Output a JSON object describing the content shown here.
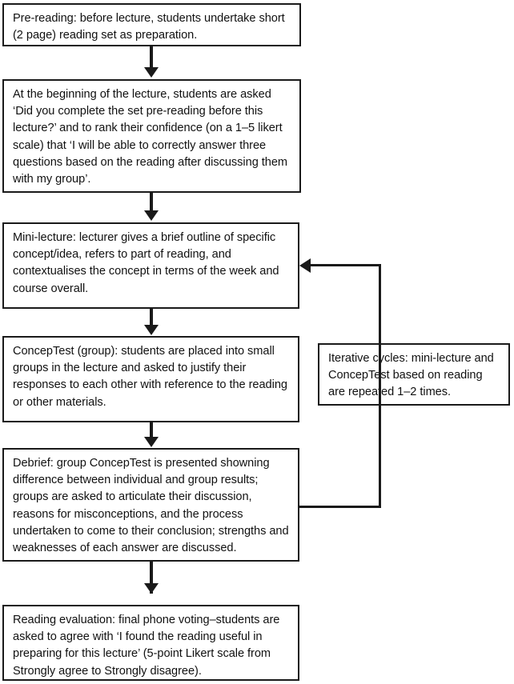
{
  "diagram": {
    "title": "Flipped lecture flow diagram",
    "colors": {
      "stroke": "#1a1a1a",
      "background": "#ffffff",
      "text": "#111111"
    },
    "nodes": [
      {
        "id": "pre-reading",
        "label": "Pre-reading: before lecture, students undertake short (2 page) reading set as preparation."
      },
      {
        "id": "lecture-question",
        "label": "At the beginning of the lecture, students are asked ‘Did you complete the set pre-reading before this lecture?’ and to rank their confidence (on a 1–5 likert scale) that ‘I will be able to correctly answer three questions based on the reading after discussing them with my group’."
      },
      {
        "id": "mini-lecture",
        "label": "Mini-lecture: lecturer gives a brief outline of specific concept/idea, refers to part of reading, and contextualises the concept in terms of the week and course overall."
      },
      {
        "id": "concep-test",
        "label": "ConcepTest (group): students are placed into small groups in the lecture and asked to justify their responses to each other with reference to the reading or other materials."
      },
      {
        "id": "debrief",
        "label": "Debrief: group ConcepTest is presented showning difference between individual and group results; groups are asked to articulate their discussion, reasons for misconceptions, and the process undertaken to come to their conclusion; strengths and weaknesses of each answer are discussed."
      },
      {
        "id": "reading-evaluation",
        "label": "Reading evaluation: final phone voting–students are asked to agree with ‘I found the reading useful in preparing for this lecture’ (5-point Likert scale from Strongly agree to Strongly disagree)."
      },
      {
        "id": "iterative-cycles",
        "label": "Iterative cycles: mini-lecture and ConcepTest based on reading are repeated 1–2 times."
      }
    ],
    "edges": [
      {
        "id": "e1",
        "from": "pre-reading",
        "to": "lecture-question",
        "direction": "down"
      },
      {
        "id": "e2",
        "from": "lecture-question",
        "to": "mini-lecture",
        "direction": "down"
      },
      {
        "id": "e3",
        "from": "mini-lecture",
        "to": "concep-test",
        "direction": "down"
      },
      {
        "id": "e4",
        "from": "concep-test",
        "to": "debrief",
        "direction": "down"
      },
      {
        "id": "e5",
        "from": "debrief",
        "to": "reading-evaluation",
        "direction": "down"
      },
      {
        "id": "e6",
        "from": "debrief",
        "to": "mini-lecture",
        "direction": "loop-left",
        "note": "iterative feedback loop"
      }
    ]
  }
}
